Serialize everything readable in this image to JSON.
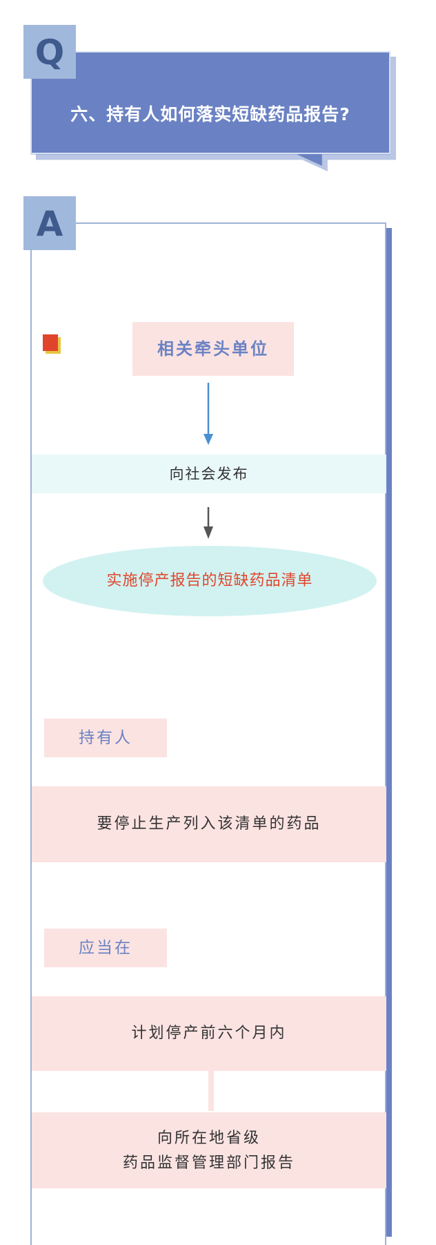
{
  "question": {
    "badge": "Q",
    "title": "六、持有人如何落实短缺药品报告?"
  },
  "answer": {
    "badge": "A",
    "lead_unit": "相关牵头单位",
    "publish_action": "向社会发布",
    "list_name": "实施停产报告的短缺药品清单",
    "holder_label": "持有人",
    "holder_requirement": "要停止生产列入该清单的药品",
    "timing_label": "应当在",
    "timing_value": "计划停产前六个月内",
    "report_target_line1": "向所在地省级",
    "report_target_line2": "药品监督管理部门报告"
  },
  "colors": {
    "primary_blue": "#6a82c3",
    "badge_blue": "#a1b8dd",
    "pink": "#fbe3e2",
    "cyan": "#e9f8f8",
    "accent_red": "#e0452b",
    "accent_yellow": "#e8c440"
  },
  "icons": [
    "red-square-bullet-icon",
    "arrow-down-icon"
  ]
}
